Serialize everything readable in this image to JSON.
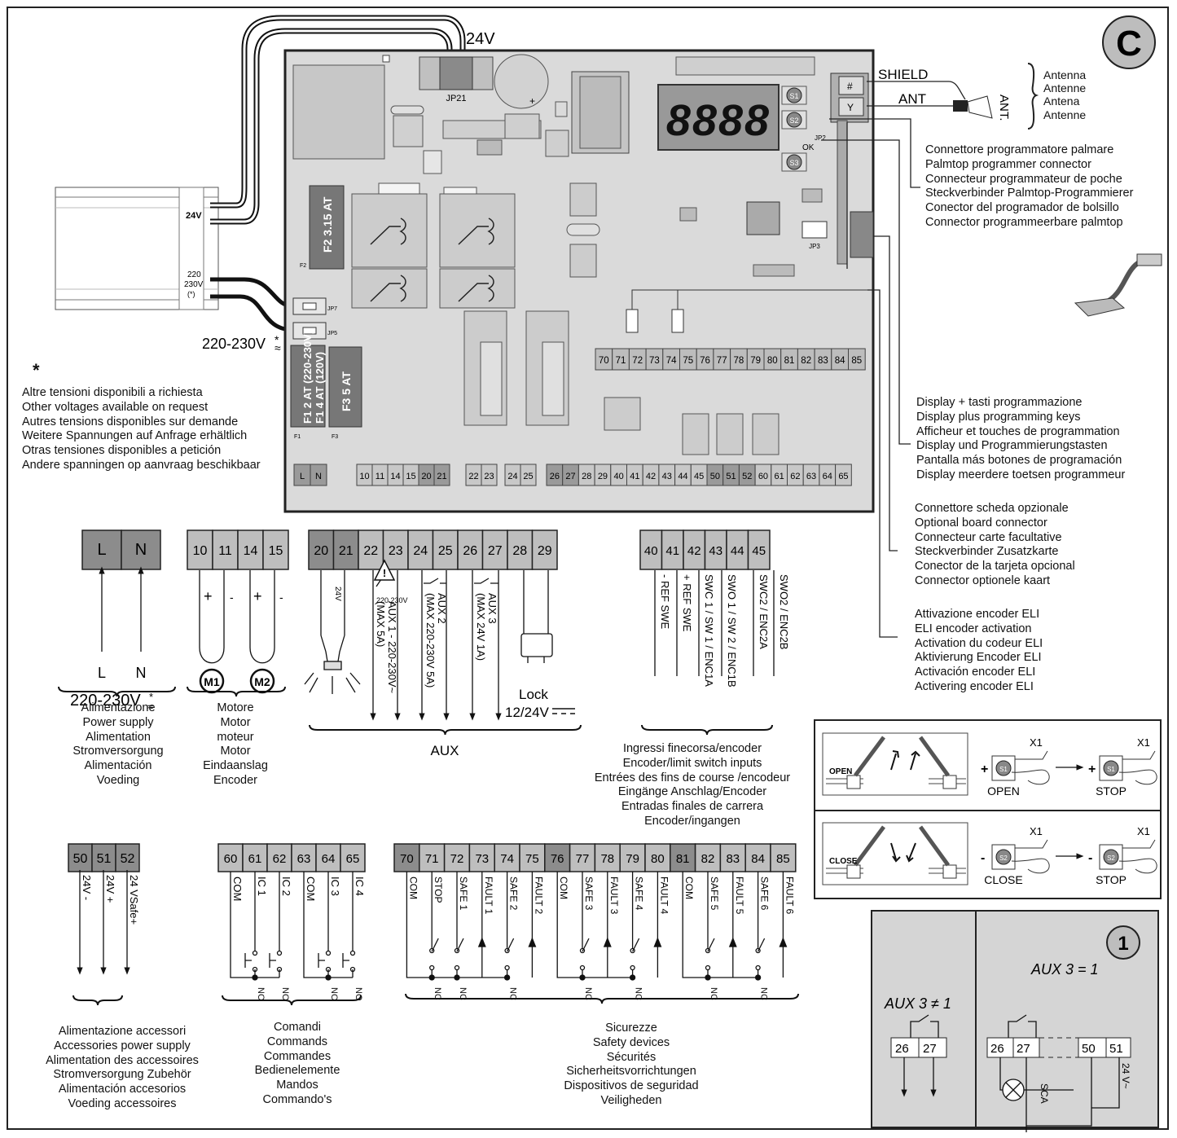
{
  "badge_c": "C",
  "badge_1": "1",
  "power_in": {
    "v24": "24V",
    "v220": "220",
    "v230": "230V",
    "star": "(*)",
    "top_label": "24V",
    "bottom_label": "220-230V",
    "symbol": "≈"
  },
  "board": {
    "jp21": "JP21",
    "display": "8888",
    "ok": "OK",
    "s1": "S1",
    "s2": "S2",
    "s3": "S3",
    "jp2": "JP2",
    "jp3": "JP3",
    "jp7": "JP7",
    "jp5": "JP5",
    "f2": "F2 3.15 AT",
    "f2_ref": "F2",
    "f1_top": "F1 2 AT (220-230V)",
    "f1_bot": "F1 4 AT (120V)",
    "f1_ref": "F1",
    "f3": "F3 5 AT",
    "f3_ref": "F3",
    "top_terminals": [
      "70",
      "71",
      "72",
      "73",
      "74",
      "75",
      "76",
      "77",
      "78",
      "79",
      "80",
      "81",
      "82",
      "83",
      "84",
      "85"
    ],
    "bottom_groups": [
      [
        "L",
        "N"
      ],
      [
        "10",
        "11",
        "14",
        "15",
        "20",
        "21"
      ],
      [
        "22",
        "23"
      ],
      [
        "24",
        "25"
      ],
      [
        "26",
        "27",
        "28",
        "29",
        "40",
        "41",
        "42",
        "43",
        "44",
        "45",
        "50",
        "51",
        "52",
        "60",
        "61",
        "62",
        "63",
        "64",
        "65"
      ]
    ]
  },
  "antenna": {
    "shield": "SHIELD",
    "ant": "ANT",
    "ant_v": "ANT.",
    "names": [
      "Antenna",
      "Antenne",
      "Antena",
      "Antenne"
    ]
  },
  "notes": {
    "star": "*",
    "other_voltages": [
      "Altre tensioni disponibili a richiesta",
      "Other voltages available on request",
      "Autres tensions disponibles sur demande",
      "Weitere Spannungen auf Anfrage erhältlich",
      "Otras tensiones disponibles a petición",
      "Andere spanningen op aanvraag beschikbaar"
    ],
    "palmtop": [
      "Connettore programmatore palmare",
      "Palmtop programmer connector",
      "Connecteur programmateur de poche",
      "Steckverbinder Palmtop-Programmierer",
      "Conector del programador de bolsillo",
      "Connector programmeerbare palmtop"
    ],
    "display": [
      "Display + tasti programmazione",
      "Display plus programming keys",
      "Afficheur et touches de programmation",
      "Display und Programmierungstasten",
      "Pantalla más botones de programación",
      "Display meerdere toetsen programmeur"
    ],
    "optional": [
      "Connettore scheda opzionale",
      "Optional board connector",
      "Connecteur carte facultative",
      "Steckverbinder Zusatzkarte",
      "Conector de la tarjeta opcional",
      "Connector optionele kaart"
    ],
    "eli": [
      "Attivazione encoder ELI",
      "ELI encoder activation",
      "Activation du codeur ELI",
      "Aktivierung Encoder ELI",
      "Activación encoder ELI",
      "Activering encoder ELI"
    ]
  },
  "groups": {
    "power": {
      "terminals": [
        "L",
        "N"
      ],
      "l": "L",
      "n": "N",
      "voltage": "220-230V",
      "caption": [
        "Alimentazione",
        "Power supply",
        "Alimentation",
        "Stromversorgung",
        "Alimentación",
        "Voeding"
      ]
    },
    "motor": {
      "terminals": [
        "10",
        "11",
        "14",
        "15"
      ],
      "m1": "M1",
      "m2": "M2",
      "plus": "+",
      "minus": "-",
      "caption": [
        "Motore",
        "Motor",
        "moteur",
        "Motor",
        "Eindaanslag",
        "Encoder"
      ]
    },
    "aux": {
      "terminals": [
        "20",
        "21",
        "22",
        "23",
        "24",
        "25",
        "26",
        "27",
        "28",
        "29"
      ],
      "lamp": "24V",
      "aux1": "AUX 1 - 220-230V~",
      "aux1_sub": "(MAX 5A)",
      "aux1_warn": "220 230V",
      "aux2": "AUX 2",
      "aux2_sub": "(MAX 220-230V 5A)",
      "aux3": "AUX 3",
      "aux3_sub": "(MAX 24V 1A)",
      "lock": "Lock",
      "lock_v": "12/24V",
      "caption": "AUX"
    },
    "encoder": {
      "terminals": [
        "40",
        "41",
        "42",
        "43",
        "44",
        "45"
      ],
      "signals": [
        "- REF SWE",
        "+ REF SWE",
        "SWC 1 / SW 1 / ENC1A",
        "SWO 1 / SW 2 / ENC1B",
        "SWC2 / ENC2A",
        "SWO2 / ENC2B"
      ],
      "caption": [
        "Ingressi finecorsa/encoder",
        "Encoder/limit switch inputs",
        "Entrées des fins de course /encodeur",
        "Eingänge Anschlag/Encoder",
        "Entradas finales de carrera",
        "Encoder/ingangen"
      ]
    },
    "accessories": {
      "terminals": [
        "50",
        "51",
        "52"
      ],
      "signals": [
        "24V -",
        "24V +",
        "24 VSafe+"
      ],
      "caption": [
        "Alimentazione accessori",
        "Accessories power supply",
        "Alimentation des accessoires",
        "Stromversorgung Zubehör",
        "Alimentación accesorios",
        "Voeding accessoires"
      ]
    },
    "commands": {
      "terminals": [
        "60",
        "61",
        "62",
        "63",
        "64",
        "65"
      ],
      "signals": [
        "COM",
        "IC 1",
        "IC 2",
        "COM",
        "IC 3",
        "IC 4"
      ],
      "no": "NO",
      "caption": [
        "Comandi",
        "Commands",
        "Commandes",
        "Bedienelemente",
        "Mandos",
        "Commando's"
      ]
    },
    "safety": {
      "terminals": [
        "70",
        "71",
        "72",
        "73",
        "74",
        "75",
        "76",
        "77",
        "78",
        "79",
        "80",
        "81",
        "82",
        "83",
        "84",
        "85"
      ],
      "signals": [
        "COM",
        "STOP",
        "SAFE 1",
        "FAULT 1",
        "SAFE 2",
        "FAULT 2",
        "COM",
        "SAFE 3",
        "FAULT 3",
        "SAFE 4",
        "FAULT 4",
        "COM",
        "SAFE 5",
        "FAULT 5",
        "SAFE 6",
        "FAULT 6"
      ],
      "nc": "NC",
      "caption": [
        "Sicurezze",
        "Safety devices",
        "Sécurités",
        "Sicherheitsvorrichtungen",
        "Dispositivos de seguridad",
        "Veiligheden"
      ]
    }
  },
  "keys": {
    "open": "OPEN",
    "close": "CLOSE",
    "stop": "STOP",
    "x1": "X1",
    "plus": "+",
    "minus": "-",
    "s1": "S1",
    "s2": "S2"
  },
  "aux3_box": {
    "left_title": "AUX 3 ≠ 1",
    "right_title": "AUX 3 = 1",
    "t26": "26",
    "t27": "27",
    "t50": "50",
    "t51": "51",
    "sca": "SCA",
    "v24": "24 V~"
  }
}
